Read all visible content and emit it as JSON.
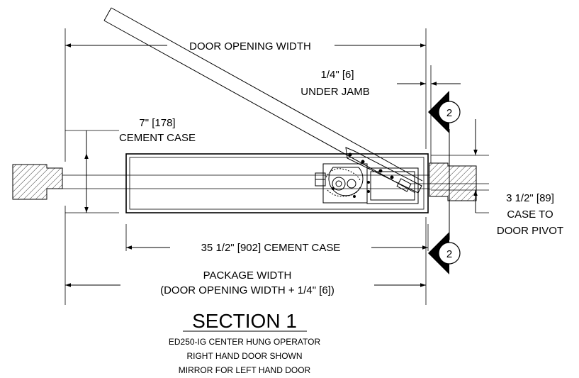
{
  "dimensions": {
    "door_opening_width": "DOOR OPENING WIDTH",
    "under_jamb_value": "1/4\" [6]",
    "under_jamb_label": "UNDER JAMB",
    "cement_case_height_value": "7\" [178]",
    "cement_case_height_label": "CEMENT CASE",
    "case_to_pivot_value": "3 1/2\" [89]",
    "case_to_pivot_line2": "CASE TO",
    "case_to_pivot_line3": "DOOR PIVOT",
    "cement_case_length": "35 1/2\" [902] CEMENT CASE",
    "package_width_line1": "PACKAGE WIDTH",
    "package_width_line2": "(DOOR OPENING WIDTH + 1/4\" [6])"
  },
  "section_markers": [
    "2",
    "2"
  ],
  "title": {
    "heading": "SECTION 1",
    "line1": "ED250-IG CENTER HUNG OPERATOR",
    "line2": "RIGHT HAND DOOR SHOWN",
    "line3": "MIRROR FOR LEFT HAND DOOR"
  }
}
